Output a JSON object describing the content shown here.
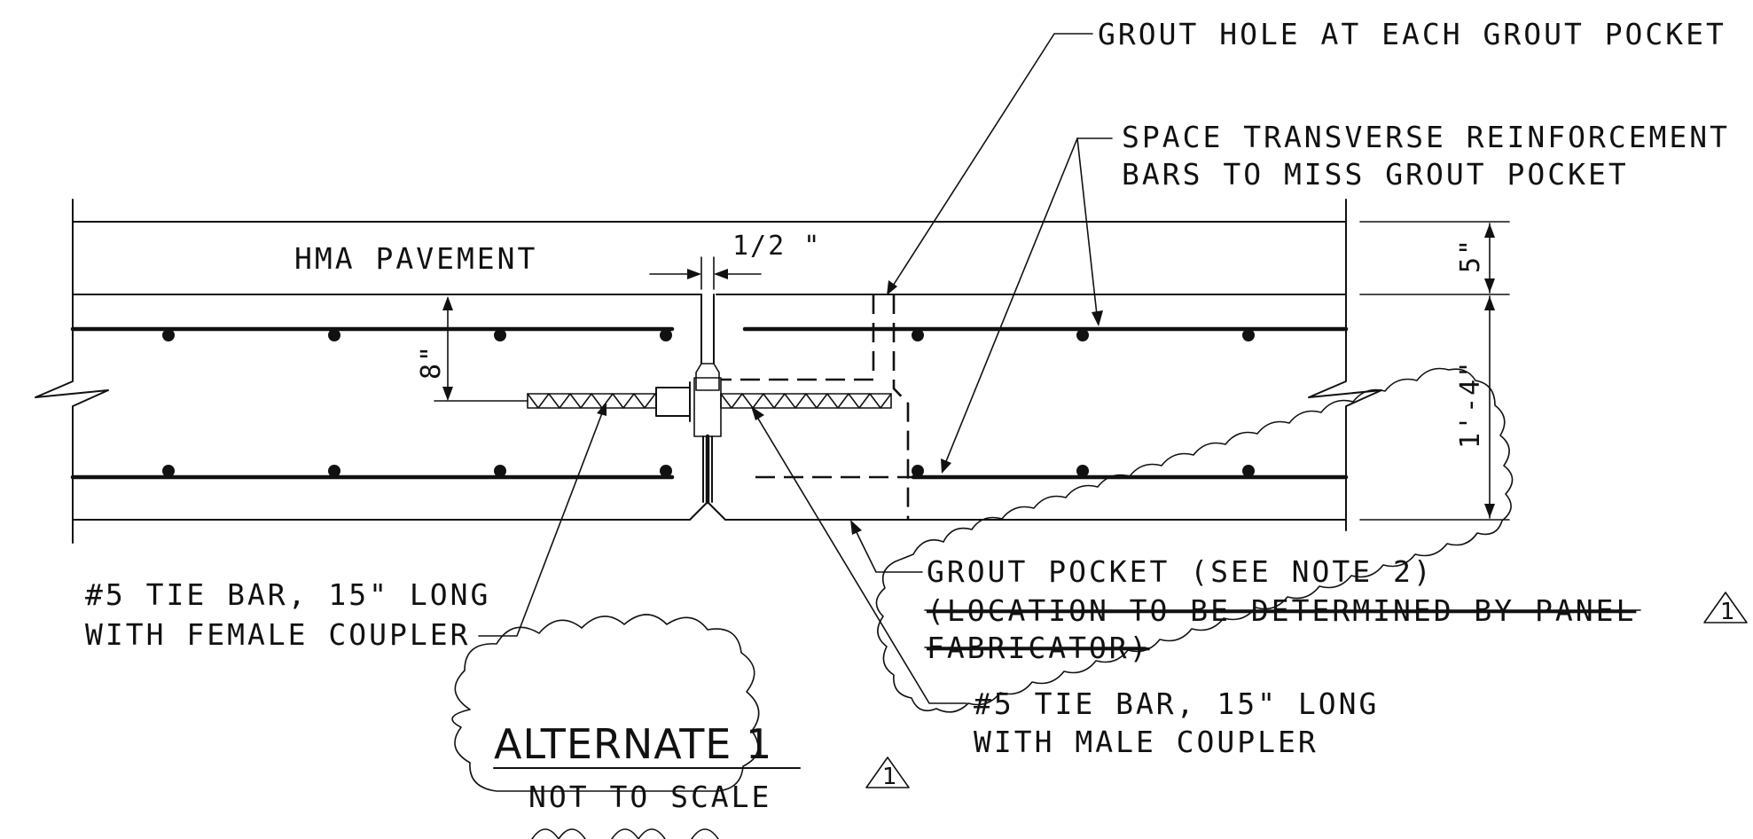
{
  "labels": {
    "grout_hole": "GROUT HOLE AT EACH GROUT POCKET",
    "space_transverse_line1": "SPACE TRANSVERSE REINFORCEMENT",
    "space_transverse_line2": "BARS TO MISS GROUT POCKET",
    "hma_pavement": "HMA PAVEMENT",
    "gap_dimension": "1/2 \"",
    "depth_8": "8\"",
    "depth_5": "5\"",
    "depth_1_4": "1'-4\"",
    "tie_bar_female_line1": "#5 TIE BAR, 15\" LONG",
    "tie_bar_female_line2": "WITH FEMALE COUPLER",
    "grout_pocket_line1": "GROUT POCKET (SEE NOTE 2)",
    "grout_pocket_struck_line1": "(LOCATION TO BE DETERMINED BY PANEL",
    "grout_pocket_struck_line2": "FABRICATOR)",
    "tie_bar_male_line1": "#5 TIE BAR, 15\" LONG",
    "tie_bar_male_line2": "WITH MALE COUPLER",
    "revision_mark": "1"
  },
  "title_block": {
    "title": "ALTERNATE 1",
    "subtitle": "NOT TO SCALE",
    "revision_mark": "1"
  }
}
